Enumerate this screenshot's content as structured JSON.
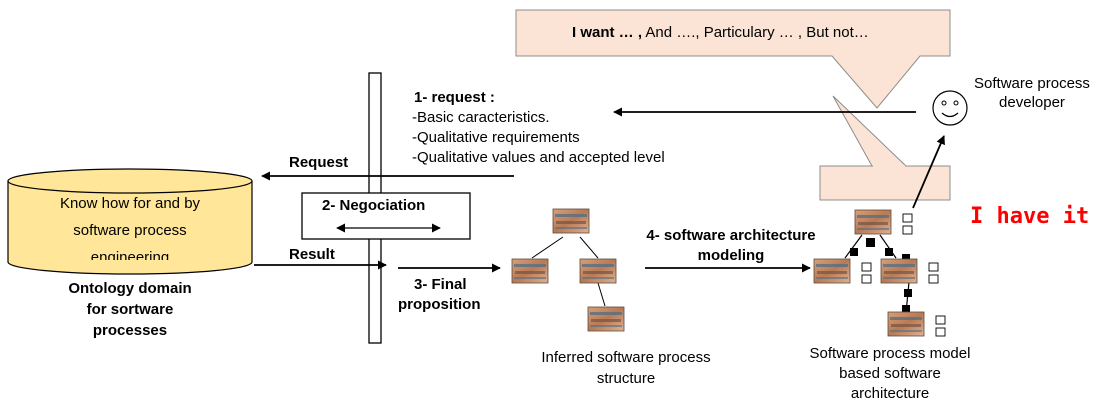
{
  "speech": {
    "bold": "I want … ,",
    "rest": " And …., Particulary … , But not…"
  },
  "developer": {
    "line1": "Software process",
    "line2": "developer",
    "glyph": "☺"
  },
  "request_block": {
    "heading": "1- request :",
    "items": [
      "-Basic caracteristics.",
      "-Qualitative requirements",
      "-Qualitative values and accepted level"
    ]
  },
  "request_label": "Request",
  "result_label": "Result",
  "negociation_label": "2- Negociation",
  "final_proposition": {
    "line1": "3- Final",
    "line2": "proposition"
  },
  "database": {
    "line1": "Know how for and by",
    "line2": "software process",
    "line3": "engineering"
  },
  "ontology": {
    "line1": "Ontology domain",
    "line2": "for sortware",
    "line3": "processes"
  },
  "modeling": {
    "line1": "4- software architecture",
    "line2": "modeling"
  },
  "inferred": {
    "line1": "Inferred software process",
    "line2": "structure"
  },
  "model": {
    "line1": "Software process model",
    "line2": "based software",
    "line3": "architecture"
  },
  "exclaim": "I have it",
  "colors": {
    "callout_fill": "#fbe4d5",
    "db_fill": "#ffe699",
    "accent_red": "#ff0000",
    "thumb_base": "#c98a63",
    "thumb_stripe": "#4f6d85"
  }
}
